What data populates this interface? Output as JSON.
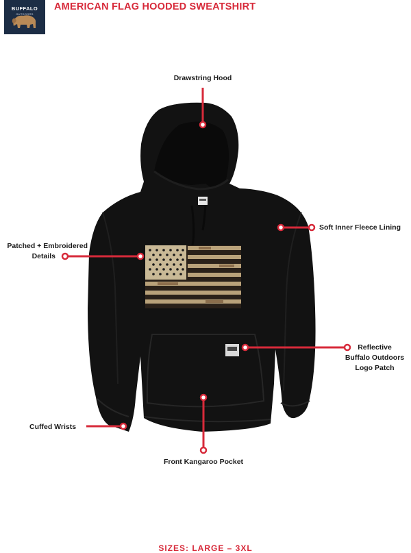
{
  "header": {
    "brand_logo_text": "BUFFALO",
    "brand_logo_subtext": "OUTDOORS",
    "title": "AMERICAN FLAG HOODED SWEATSHIRT"
  },
  "callouts": {
    "drawstring_hood": "Drawstring Hood",
    "soft_fleece": "Soft Inner Fleece Lining",
    "patched_line1": "Patched + Embroidered",
    "patched_line2": "Details",
    "reflective_line1": "Reflective",
    "reflective_line2": "Buffalo Outdoors",
    "reflective_line3": "Logo Patch",
    "cuffed_wrists": "Cuffed Wrists",
    "kangaroo_pocket": "Front Kangaroo Pocket"
  },
  "footer": {
    "sizes_text": "SIZES: LARGE – 3XL"
  },
  "colors": {
    "accent_red": "#d72a3a",
    "hoodie_black": "#121212",
    "logo_navy": "#1c2d45"
  }
}
